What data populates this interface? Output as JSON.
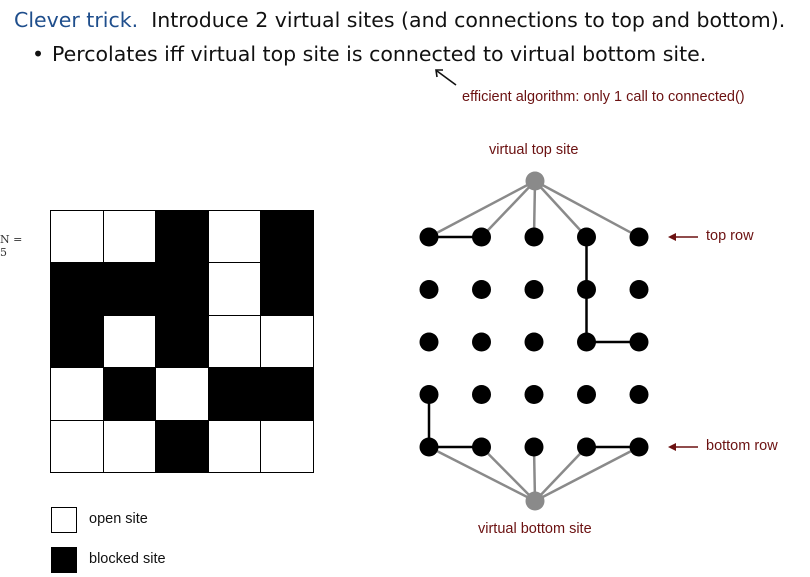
{
  "title": {
    "accent": "Clever trick.",
    "rest": "Introduce 2 virtual sites (and connections to top and bottom)."
  },
  "bullet": {
    "text": "Percolates iff virtual top site is connected to virtual bottom site."
  },
  "annotation": "efficient algorithm: only 1 call to connected()",
  "n_label": "N = 5",
  "grid": {
    "size": 5,
    "blocked": [
      [
        false,
        false,
        true,
        false,
        true
      ],
      [
        true,
        true,
        true,
        false,
        true
      ],
      [
        true,
        false,
        true,
        false,
        false
      ],
      [
        false,
        true,
        false,
        true,
        true
      ],
      [
        false,
        false,
        true,
        false,
        false
      ]
    ]
  },
  "legend": {
    "open_label": "open site",
    "blocked_label": "blocked site"
  },
  "graph": {
    "virtual_top_label": "virtual top site",
    "virtual_bottom_label": "virtual bottom site",
    "top_row_label": "top row",
    "bottom_row_label": "bottom row",
    "edges": [
      [
        [
          0,
          0
        ],
        [
          0,
          1
        ]
      ],
      [
        [
          0,
          3
        ],
        [
          1,
          3
        ]
      ],
      [
        [
          1,
          3
        ],
        [
          2,
          3
        ]
      ],
      [
        [
          2,
          3
        ],
        [
          2,
          4
        ]
      ],
      [
        [
          3,
          0
        ],
        [
          4,
          0
        ]
      ],
      [
        [
          4,
          0
        ],
        [
          4,
          1
        ]
      ],
      [
        [
          4,
          3
        ],
        [
          4,
          4
        ]
      ]
    ]
  },
  "colors": {
    "accent_text": "#1f4e8c",
    "annotation": "#6b1111",
    "virtual_site": "#8a8a8a",
    "node": "#000000"
  }
}
